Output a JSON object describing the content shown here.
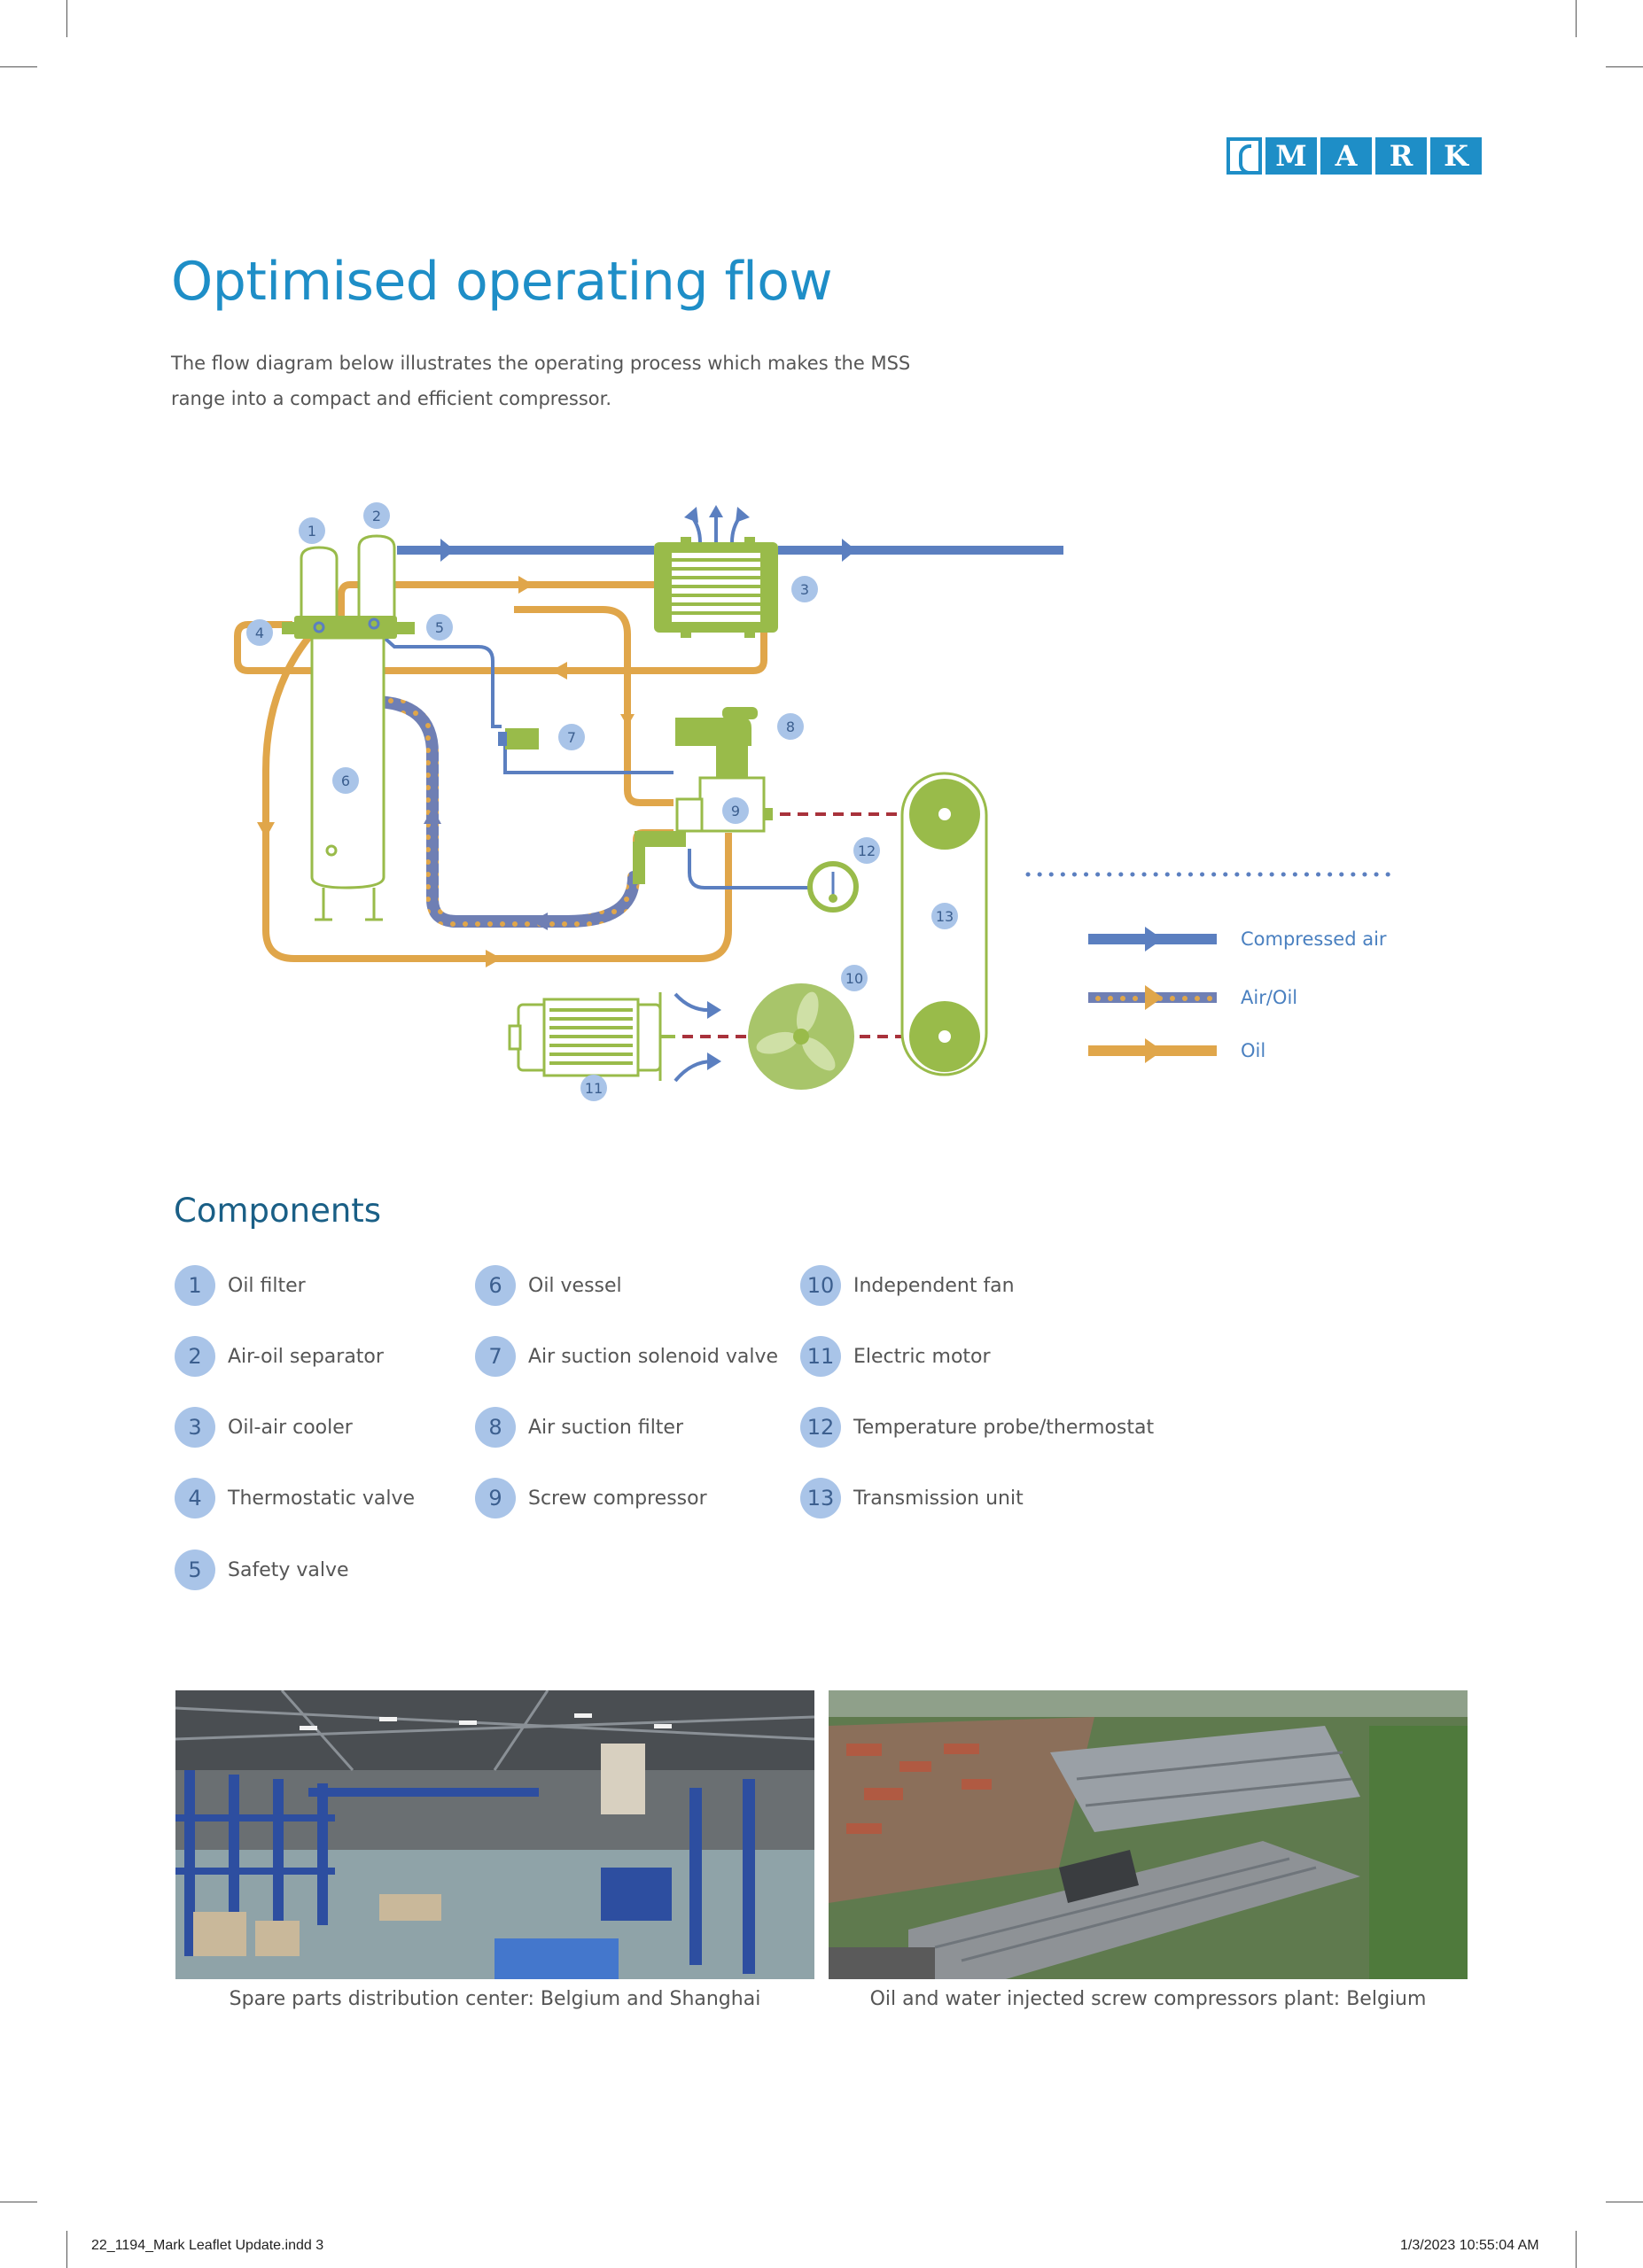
{
  "brand": {
    "logo_letters": [
      "M",
      "A",
      "R",
      "K"
    ]
  },
  "header": {
    "title": "Optimised operating flow",
    "intro_line1": "The flow diagram below illustrates the operating process which makes the MSS",
    "intro_line2": "range into a compact and efficient compressor."
  },
  "diagram": {
    "callouts": [
      "1",
      "2",
      "3",
      "4",
      "5",
      "6",
      "7",
      "8",
      "9",
      "10",
      "11",
      "12",
      "13"
    ],
    "legend": [
      {
        "label": "Compressed air",
        "color": "#5b7fc0"
      },
      {
        "label": "Air/Oil",
        "color": "#6f7fb4"
      },
      {
        "label": "Oil",
        "color": "#e0a64a"
      }
    ],
    "colors": {
      "air": "#5b7fc0",
      "oil": "#e0a64a",
      "component": "#99bb4a",
      "drive": "#a8323b"
    }
  },
  "components": {
    "title": "Components",
    "items": [
      {
        "num": "1",
        "label": "Oil filter"
      },
      {
        "num": "2",
        "label": "Air-oil separator"
      },
      {
        "num": "3",
        "label": "Oil-air cooler"
      },
      {
        "num": "4",
        "label": "Thermostatic valve"
      },
      {
        "num": "5",
        "label": "Safety valve"
      },
      {
        "num": "6",
        "label": "Oil vessel"
      },
      {
        "num": "7",
        "label": "Air suction solenoid valve"
      },
      {
        "num": "8",
        "label": "Air suction filter"
      },
      {
        "num": "9",
        "label": "Screw compressor"
      },
      {
        "num": "10",
        "label": "Independent fan"
      },
      {
        "num": "11",
        "label": "Electric motor"
      },
      {
        "num": "12",
        "label": "Temperature probe/thermostat"
      },
      {
        "num": "13",
        "label": "Transmission unit"
      }
    ]
  },
  "photos": [
    {
      "caption": "Spare parts distribution center: Belgium and Shanghai"
    },
    {
      "caption": "Oil and water injected screw compressors plant: Belgium"
    }
  ],
  "footer": {
    "file": "22_1194_Mark Leaflet Update.indd   3",
    "timestamp": "1/3/2023   10:55:04 AM"
  }
}
